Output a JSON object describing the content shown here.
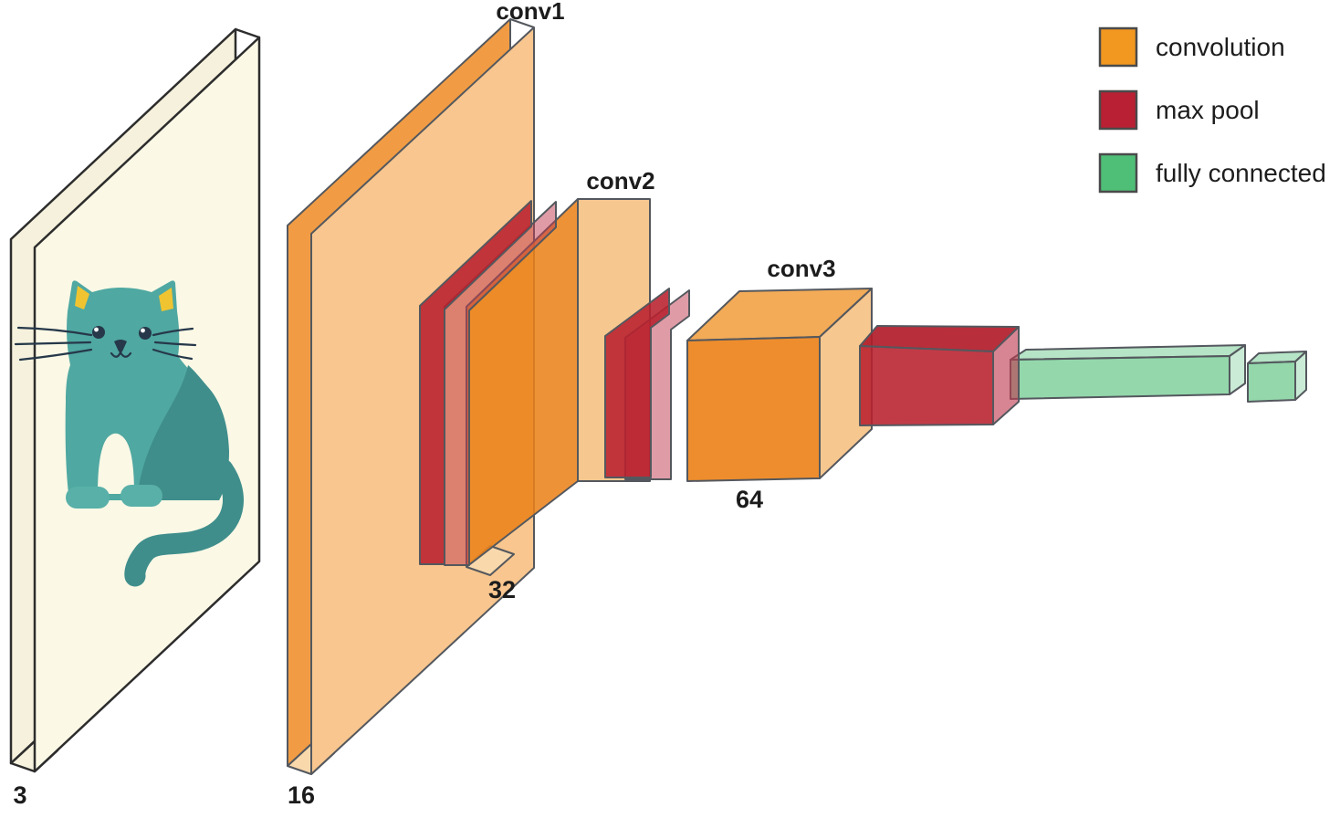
{
  "diagram": {
    "description": "Convolutional neural network architecture diagram with cat input image",
    "input": {
      "channels_label": "3",
      "content": "cat illustration"
    },
    "layers": [
      {
        "id": "conv1",
        "type": "convolution",
        "label": "conv1",
        "channels": "16"
      },
      {
        "id": "pool1",
        "type": "max pool"
      },
      {
        "id": "conv2",
        "type": "convolution",
        "label": "conv2",
        "channels": "32"
      },
      {
        "id": "pool2",
        "type": "max pool"
      },
      {
        "id": "conv3",
        "type": "convolution",
        "label": "conv3",
        "channels": "64"
      },
      {
        "id": "pool3",
        "type": "max pool"
      },
      {
        "id": "fc1",
        "type": "fully connected"
      },
      {
        "id": "fc2",
        "type": "fully connected"
      }
    ],
    "legend": {
      "items": [
        {
          "label": "convolution",
          "color": "#F2971F"
        },
        {
          "label": "max pool",
          "color": "#B92033"
        },
        {
          "label": "fully connected",
          "color": "#4FBE77"
        }
      ]
    },
    "colors": {
      "conv_face_light": "#F8C68E",
      "conv_edge_dark": "#F19C44",
      "panel_cream": "#FBF8E6",
      "cat_teal": "#4FA8A1",
      "cat_teal_dark": "#3F8E8C",
      "cat_paw": "#58B0A8",
      "cat_ear_yellow": "#F0C431",
      "outline": "#54585E"
    }
  }
}
